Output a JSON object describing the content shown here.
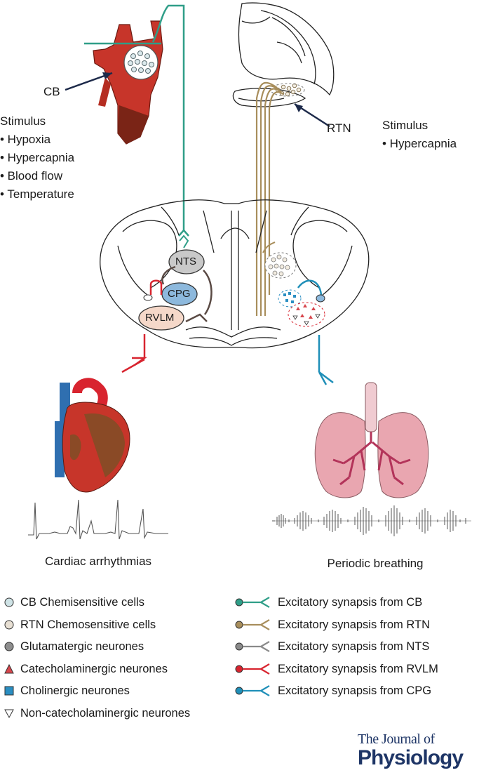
{
  "labels": {
    "cb": "CB",
    "rtn": "RTN",
    "nts": "NTS",
    "cpg": "CPG",
    "rvlm": "RVLM",
    "cardiac": "Cardiac arrhythmias",
    "periodic": "Periodic breathing"
  },
  "stimulus_left": {
    "title": "Stimulus",
    "items": [
      "• Hypoxia",
      "• Hypercapnia",
      "• Blood flow",
      "• Temperature"
    ]
  },
  "stimulus_right": {
    "title": "Stimulus",
    "items": [
      "• Hypercapnia"
    ]
  },
  "legend_cells": [
    {
      "label": "CB  Chemisensitive cells",
      "symbol": "circle",
      "color": "#cfe3e6"
    },
    {
      "label": "RTN  Chemosensitive cells",
      "symbol": "circle",
      "color": "#e8e0d4"
    },
    {
      "label": "Glutamatergic neurones",
      "symbol": "circle",
      "color": "#8e8e8e"
    },
    {
      "label": "Catecholaminergic neurones",
      "symbol": "triangle",
      "color": "#d8464c"
    },
    {
      "label": "Cholinergic neurones",
      "symbol": "square",
      "color": "#2a8ec2"
    },
    {
      "label": "Non-catecholaminergic neurones",
      "symbol": "triangle-down",
      "color": "#ffffff"
    }
  ],
  "legend_synapses": [
    {
      "label": "Excitatory synapsis from CB",
      "color": "#2f9e88"
    },
    {
      "label": "Excitatory synapsis from RTN",
      "color": "#a88e5c"
    },
    {
      "label": "Excitatory synapsis from NTS",
      "color": "#8a8a8a"
    },
    {
      "label": "Excitatory synapsis from RVLM",
      "color": "#d8242f"
    },
    {
      "label": "Excitatory synapsis from CPG",
      "color": "#1f8fb8"
    }
  ],
  "journal": {
    "line1": "The Journal of",
    "line2": "Physiology"
  }
}
